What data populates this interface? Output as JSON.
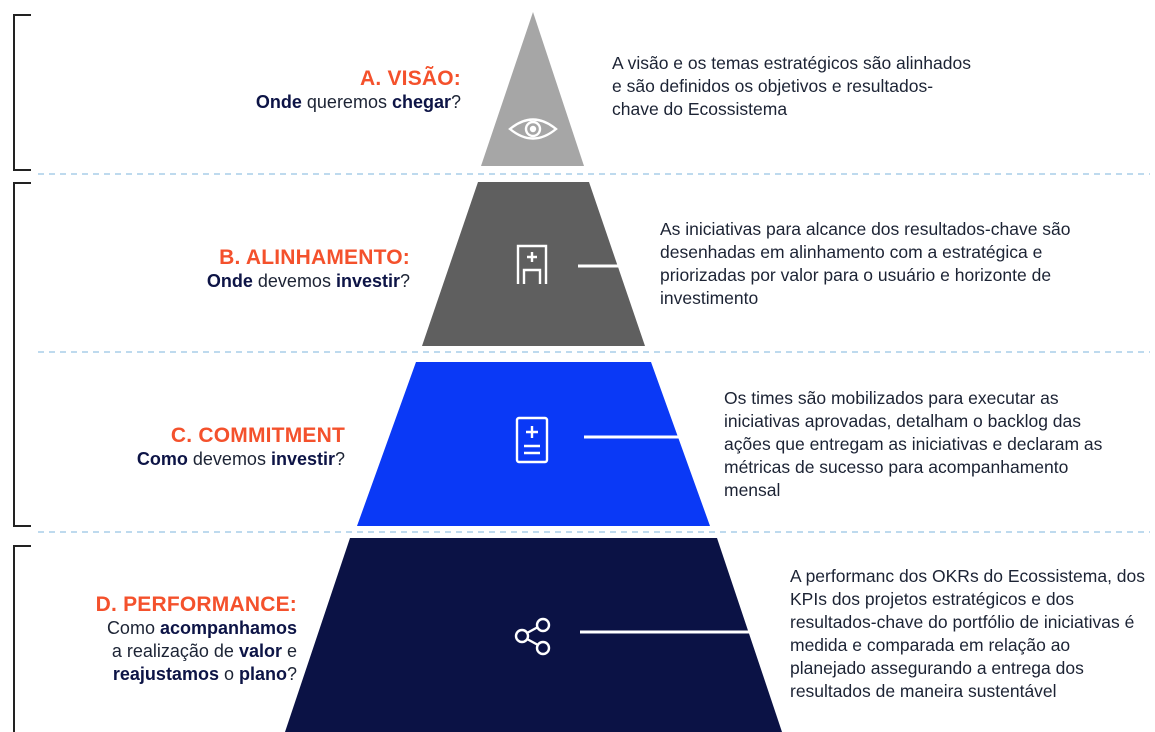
{
  "levels": [
    {
      "title": "A. VISÃO:",
      "q1_bold": "Onde",
      "q1_text": " queremos ",
      "q1_bold2": "chegar",
      "q1_end": "?",
      "description": "A visão e os temas estratégicos são alinhados e são definidos os objetivos e resultados-chave do Ecossistema",
      "color": "#a6a6a6",
      "icon": "eye-icon"
    },
    {
      "title": "B. ALINHAMENTO:",
      "q1_bold": "Onde",
      "q1_text": " devemos ",
      "q1_bold2": "investir",
      "q1_end": "?",
      "description": "As iniciativas para alcance dos resultados-chave são desenhadas em alinhamento com a estratégica e priorizadas por valor para o usuário e horizonte de investimento",
      "color": "#5f5f5f",
      "icon": "hospital-icon"
    },
    {
      "title": "C. COMMITMENT",
      "q1_bold": "Como",
      "q1_text": " devemos ",
      "q1_bold2": "investir",
      "q1_end": "?",
      "description": "Os times são mobilizados para executar as iniciativas aprovadas, detalham o backlog das ações que entregam as iniciativas e declaram as métricas de sucesso para acompanhamento mensal",
      "color": "#0a39f6",
      "icon": "document-plus-icon"
    },
    {
      "title": "D. PERFORMANCE:",
      "l1a": "Como ",
      "l1b": "acompanhamos",
      "l2a": "a realização de ",
      "l2b": "valor",
      "l2c": " e",
      "l3a": "reajustamos",
      "l3b": " o ",
      "l3c": "plano",
      "l3d": "?",
      "description": "A performanc dos OKRs do Ecossistema, dos KPIs dos projetos estratégicos e dos resultados-chave do portfólio de iniciativas é medida e comparada em relação ao planejado assegurando a entrega dos resultados de maneira sustentável",
      "color": "#0b1245",
      "icon": "share-icon"
    }
  ],
  "colors": {
    "accent": "#f4512c",
    "navy": "#0d1446",
    "divider": "#a9cde8"
  }
}
